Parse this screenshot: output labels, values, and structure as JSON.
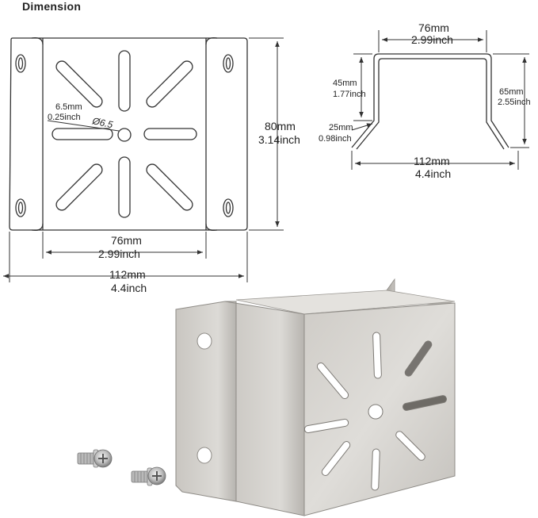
{
  "heading": "Dimension",
  "front_view": {
    "hole_diameter_mm": "6.5mm",
    "hole_diameter_in": "0.25inch",
    "hole_symbol": "Ø6.5",
    "height_mm": "80mm",
    "height_in": "3.14inch",
    "inner_width_mm": "76mm",
    "inner_width_in": "2.99inch",
    "total_width_mm": "112mm",
    "total_width_in": "4.4inch"
  },
  "side_view": {
    "top_width_mm": "76mm",
    "top_width_in": "2.99inch",
    "inner_depth_mm": "45mm",
    "inner_depth_in": "1.77inch",
    "flange_mm": "25mm",
    "flange_in": "0.98inch",
    "outer_depth_mm": "65mm",
    "outer_depth_in": "2.55inch",
    "bottom_width_mm": "112mm",
    "bottom_width_in": "4.4inch"
  },
  "colors": {
    "line": "#333333",
    "metal_light": "#d8d6d2",
    "metal_mid": "#bdbab5",
    "metal_dark": "#8f8c87"
  }
}
